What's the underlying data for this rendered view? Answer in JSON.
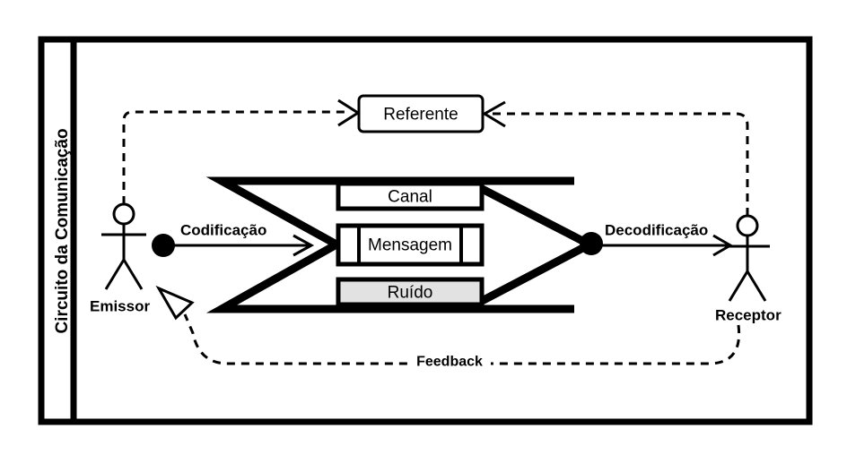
{
  "diagram": {
    "title": "Circuito da Comunicação",
    "type": "communication-circuit-diagram",
    "colors": {
      "stroke": "#000000",
      "background": "#ffffff",
      "noise_fill": "#e2e2e2",
      "box_fill": "#ffffff"
    },
    "frame": {
      "outer_border_label": "Circuito da Comunicação",
      "title_panel_orientation": "vertical"
    },
    "nodes": {
      "referente": "Referente",
      "canal": "Canal",
      "mensagem": "Mensagem",
      "ruido": "Ruído",
      "emissor": "Emissor",
      "receptor": "Receptor"
    },
    "edges": {
      "codificacao": "Codificação",
      "decodificacao": "Decodificação",
      "feedback": "Feedback"
    },
    "icons": {
      "emissor_actor": "stick-figure-icon",
      "receptor_actor": "stick-figure-icon",
      "encode_node": "filled-circle-icon",
      "decode_node": "filled-circle-icon",
      "chevron": "chevron-arrow-shape",
      "feedback_arrowhead": "hollow-triangle-arrowhead-icon"
    }
  }
}
